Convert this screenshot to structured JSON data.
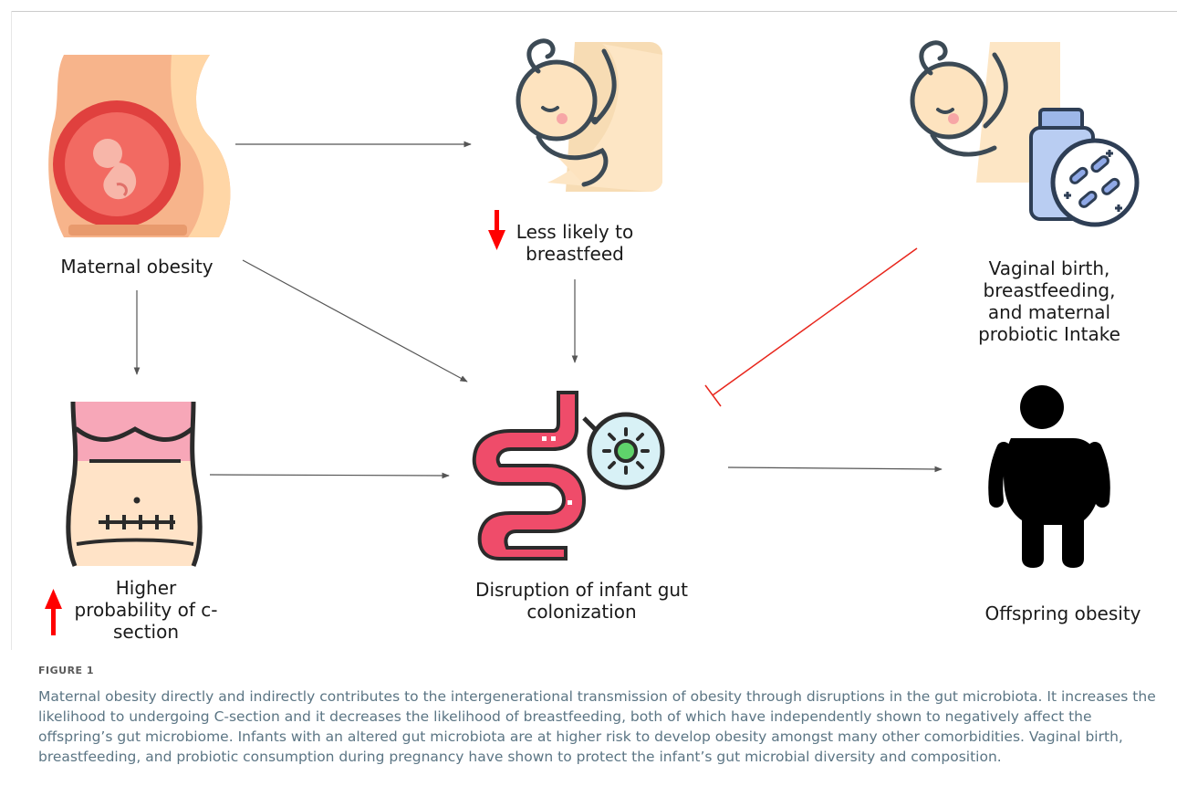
{
  "nodes": {
    "maternal_obesity": "Maternal obesity",
    "breastfeed": "Less likely to breastfeed",
    "protective": "Vaginal birth, breastfeeding, and maternal probiotic Intake",
    "csection": "Higher probability of c-section",
    "gut": "Disruption of infant gut colonization",
    "offspring": "Offspring obesity"
  },
  "icons": {
    "pregnant": "pregnant-woman-icon",
    "breastfeeding": "breastfeeding-baby-icon",
    "probiotic": "probiotic-bottle-icon",
    "csection": "c-section-scar-icon",
    "gut": "intestine-microbe-icon",
    "person": "person-silhouette-icon"
  },
  "caption": {
    "tag": "FIGURE 1",
    "text": "Maternal obesity directly and indirectly contributes to the intergenerational transmission of obesity through disruptions in the gut microbiota. It increases the likelihood to undergoing C-section and it decreases the likelihood of breastfeeding, both of which have independently shown to negatively affect the offspring’s gut microbiome. Infants with an altered gut microbiota are at higher risk to develop obesity amongst many other comorbidities. Vaginal birth, breastfeeding, and probiotic consumption during pregnancy have shown to protect the infant’s gut microbial diversity and composition."
  },
  "colors": {
    "arrow": "#555555",
    "inhibit": "#e8261c",
    "up_down": "#ff0000",
    "skin": "#ffd9a8",
    "pink": "#f06a86",
    "womb": "#e84b4b",
    "caption": "#5b7584"
  }
}
